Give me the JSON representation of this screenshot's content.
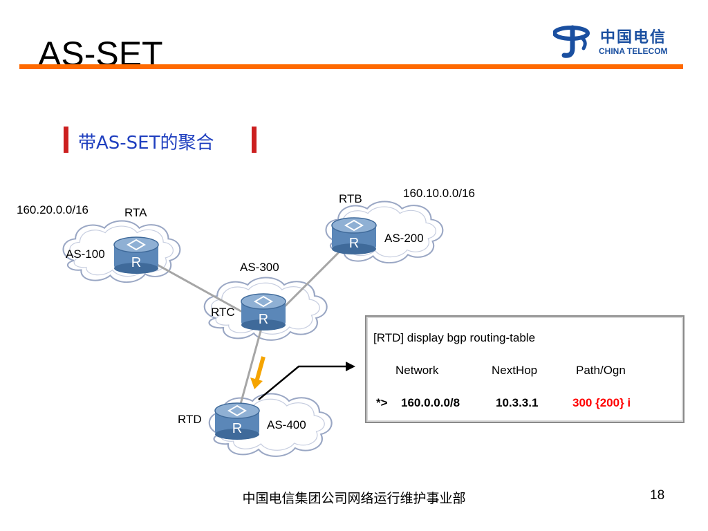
{
  "slide": {
    "title": "AS-SET",
    "subtitle": "带AS-SET的聚合",
    "footer": "中国电信集团公司网络运行维护事业部",
    "page_number": "18"
  },
  "logo": {
    "cn": "中国电信",
    "en": "CHINA TELECOM",
    "brand_color": "#1a4fa0"
  },
  "colors": {
    "title_rule": "#ff6a00",
    "subtitle": "#1f3fbf",
    "accent_bar": "#cc1f1f",
    "router_body": "#5b87b8",
    "arrow_orange": "#f5a400",
    "highlight": "#ff0000"
  },
  "diagram": {
    "routers": [
      {
        "id": "RTA",
        "name": "RTA",
        "as": "AS-100",
        "prefix": "160.20.0.0/16",
        "glyph": "R"
      },
      {
        "id": "RTB",
        "name": "RTB",
        "as": "AS-200",
        "prefix": "160.10.0.0/16",
        "glyph": "R"
      },
      {
        "id": "RTC",
        "name": "RTC",
        "as": "AS-300",
        "glyph": "R"
      },
      {
        "id": "RTD",
        "name": "RTD",
        "as": "AS-400",
        "glyph": "R"
      }
    ],
    "links": [
      [
        "RTA",
        "RTC"
      ],
      [
        "RTB",
        "RTC"
      ],
      [
        "RTC",
        "RTD"
      ]
    ]
  },
  "routing_table": {
    "command": "[RTD] display bgp routing-table",
    "headers": [
      "Network",
      "NextHop",
      "Path/Ogn"
    ],
    "row": {
      "status": "*>",
      "network": "160.0.0.0/8",
      "nexthop": "10.3.3.1",
      "path": "300 {200} i"
    }
  }
}
